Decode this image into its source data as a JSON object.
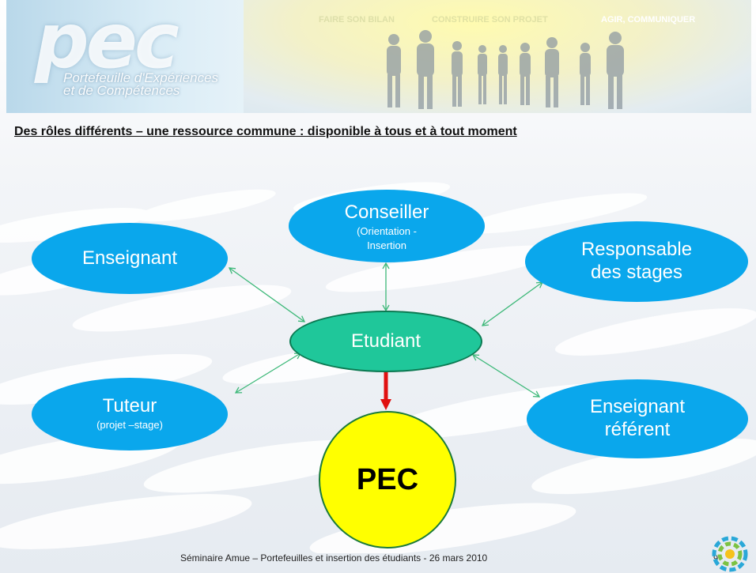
{
  "header": {
    "logo_text": "pec",
    "logo_sub_line1": "Portefeuille d'Expériences",
    "logo_sub_line2": "et de Compétences",
    "taglines": [
      "FAIRE SON BILAN",
      "CONSTRUIRE SON PROJET",
      "AGIR, COMMUNIQUER"
    ]
  },
  "title": "Des rôles différents – une ressource commune : disponible à tous et à tout moment",
  "diagram": {
    "center": {
      "label": "Etudiant"
    },
    "output": {
      "label": "PEC"
    },
    "nodes": {
      "conseiller": {
        "label": "Conseiller",
        "sub1": "(Orientation -",
        "sub2": "Insertion"
      },
      "enseignant": {
        "label": "Enseignant"
      },
      "responsable": {
        "line1": "Responsable",
        "line2": "des stages"
      },
      "tuteur": {
        "label": "Tuteur",
        "sub": "(projet –stage)"
      },
      "referent": {
        "line1": "Enseignant",
        "line2": "référent"
      }
    }
  },
  "colors": {
    "node_blue": "#0aa7ec",
    "center_green": "#1fc79a",
    "connector_green": "#3cb878",
    "arrow_red": "#e01010",
    "pec_yellow": "#ffff00"
  },
  "footer": {
    "text": "Séminaire Amue – Portefeuilles et insertion des étudiants - 26 mars 2010",
    "page": "9"
  }
}
